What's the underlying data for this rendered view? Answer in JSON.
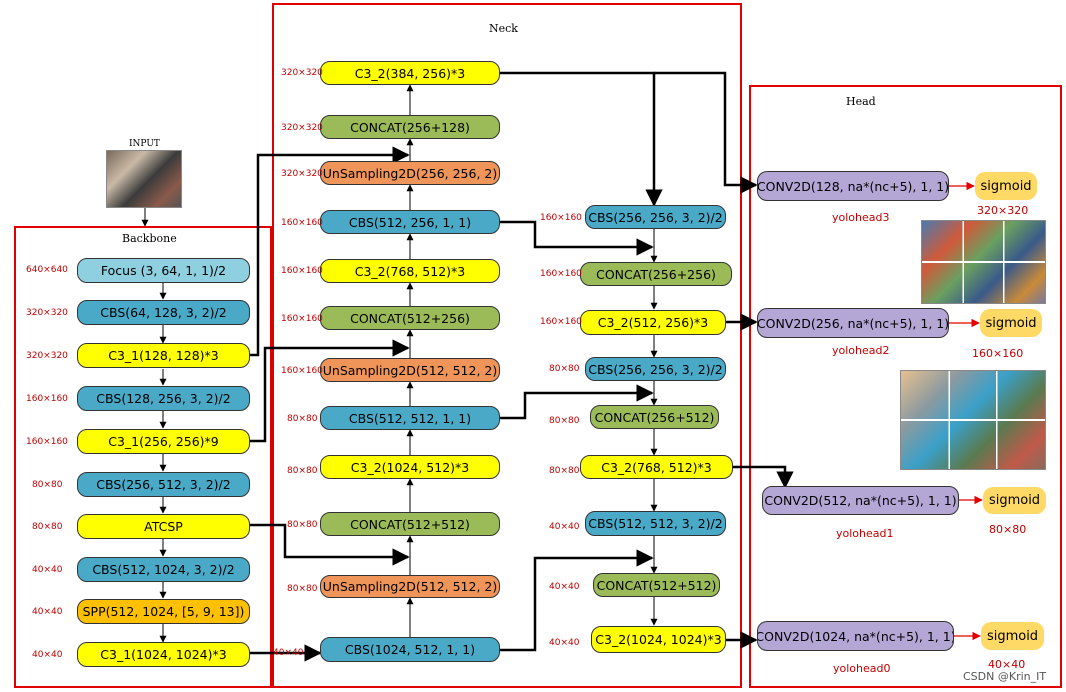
{
  "frames": {
    "backbone": "Backbone",
    "neck": "Neck",
    "head": "Head"
  },
  "input_label": "INPUT",
  "backbone": [
    {
      "label": "Focus (3, 64, 1, 1)/2",
      "size": "640×640"
    },
    {
      "label": "CBS(64, 128, 3, 2)/2",
      "size": "320×320"
    },
    {
      "label": "C3_1(128, 128)*3",
      "size": "320×320"
    },
    {
      "label": "CBS(128, 256, 3, 2)/2",
      "size": "160×160"
    },
    {
      "label": "C3_1(256, 256)*9",
      "size": "160×160"
    },
    {
      "label": "CBS(256, 512, 3, 2)/2",
      "size": "80×80"
    },
    {
      "label": "ATCSP",
      "size": "80×80"
    },
    {
      "label": "CBS(512, 1024, 3, 2)/2",
      "size": "40×40"
    },
    {
      "label": "SPP(512, 1024, [5, 9, 13])",
      "size": "40×40"
    },
    {
      "label": "C3_1(1024, 1024)*3",
      "size": "40×40"
    }
  ],
  "neck_left": [
    {
      "label": "C3_2(384, 256)*3",
      "size": "320×320"
    },
    {
      "label": "CONCAT(256+128)",
      "size": "320×320"
    },
    {
      "label": "UnSampling2D(256, 256, 2)",
      "size": "320×320"
    },
    {
      "label": "CBS(512, 256, 1, 1)",
      "size": "160×160"
    },
    {
      "label": "C3_2(768, 512)*3",
      "size": "160×160"
    },
    {
      "label": "CONCAT(512+256)",
      "size": "160×160"
    },
    {
      "label": "UnSampling2D(512, 512, 2)",
      "size": "160×160"
    },
    {
      "label": "CBS(512, 512, 1, 1)",
      "size": "80×80"
    },
    {
      "label": "C3_2(1024, 512)*3",
      "size": "80×80"
    },
    {
      "label": "CONCAT(512+512)",
      "size": "80×80"
    },
    {
      "label": "UnSampling2D(512, 512, 2)",
      "size": "80×80"
    },
    {
      "label": "CBS(1024, 512, 1, 1)",
      "size": "40×40"
    }
  ],
  "neck_right": [
    {
      "label": "CBS(256, 256, 3, 2)/2",
      "size": "160×160"
    },
    {
      "label": "CONCAT(256+256)",
      "size": "160×160"
    },
    {
      "label": "C3_2(512, 256)*3",
      "size": "160×160"
    },
    {
      "label": "CBS(256, 256, 3, 2)/2",
      "size": "80×80"
    },
    {
      "label": "CONCAT(256+512)",
      "size": "80×80"
    },
    {
      "label": "C3_2(768, 512)*3",
      "size": "80×80"
    },
    {
      "label": "CBS(512, 512, 3, 2)/2",
      "size": "40×40"
    },
    {
      "label": "CONCAT(512+512)",
      "size": "40×40"
    },
    {
      "label": "C3_2(1024, 1024)*3",
      "size": "40×40"
    }
  ],
  "head": [
    {
      "conv": "CONV2D(128, na*(nc+5), 1, 1)",
      "sigmoid": "sigmoid",
      "name": "yolohead3",
      "size": "320×320"
    },
    {
      "conv": "CONV2D(256, na*(nc+5), 1, 1)",
      "sigmoid": "sigmoid",
      "name": "yolohead2",
      "size": "160×160"
    },
    {
      "conv": "CONV2D(512, na*(nc+5), 1, 1)",
      "sigmoid": "sigmoid",
      "name": "yolohead1",
      "size": "80×80"
    },
    {
      "conv": "CONV2D(1024, na*(nc+5), 1, 1)",
      "sigmoid": "sigmoid",
      "name": "yolohead0",
      "size": "40×40"
    }
  ],
  "watermark": "CSDN @Krin_IT",
  "colors": {
    "frame": "#e00000",
    "focus": "#8fd0e0",
    "cbs": "#4aa9c7",
    "c3": "#ffff00",
    "concat": "#9bbb59",
    "upsample": "#f0955a",
    "spp": "#ffc000",
    "conv2d": "#b4a7d6",
    "sigmoid": "#ffd966",
    "size_text": "#c00000"
  }
}
